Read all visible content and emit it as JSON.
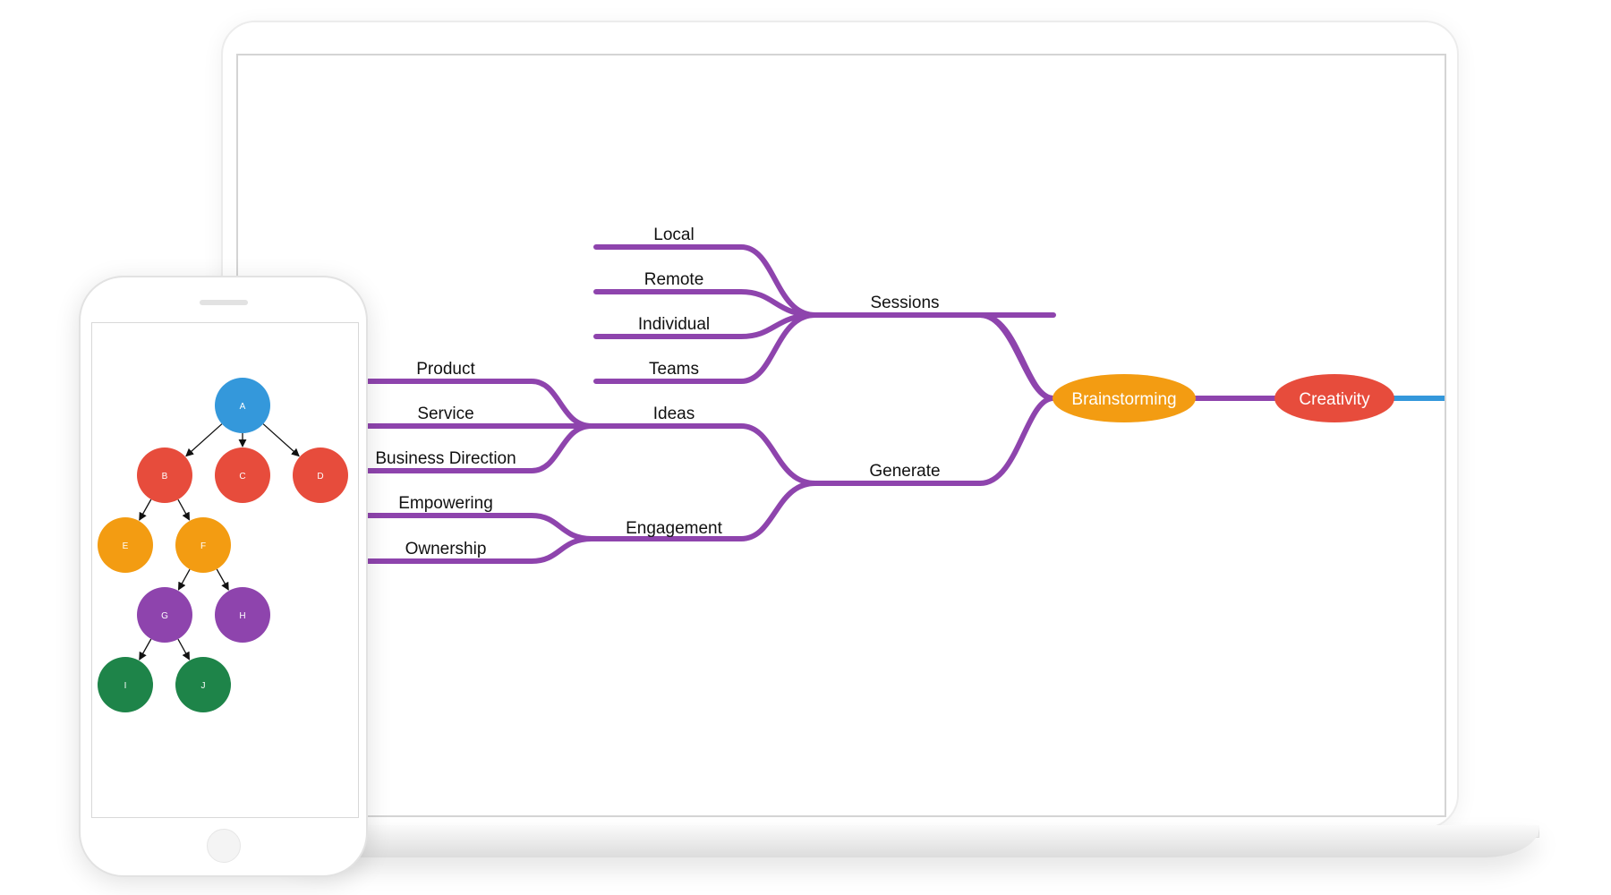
{
  "mindmap": {
    "root": {
      "label": "Creativity",
      "color": "#e74c3c"
    },
    "center": {
      "label": "Brainstorming",
      "color": "#f39c12"
    },
    "branch_color": "#8e44ad",
    "root_tail_color": "#3498db",
    "sessions": {
      "label": "Sessions",
      "children": [
        "Local",
        "Remote",
        "Individual",
        "Teams"
      ]
    },
    "generate": {
      "label": "Generate",
      "ideas": {
        "label": "Ideas",
        "children": [
          "Product",
          "Service",
          "Business Direction"
        ]
      },
      "engagement": {
        "label": "Engagement",
        "children": [
          "Empowering",
          "Ownership"
        ]
      }
    }
  },
  "tree": {
    "nodes": [
      {
        "id": "A",
        "color": "#3498db"
      },
      {
        "id": "B",
        "color": "#e74c3c"
      },
      {
        "id": "C",
        "color": "#e74c3c"
      },
      {
        "id": "D",
        "color": "#e74c3c"
      },
      {
        "id": "E",
        "color": "#f39c12"
      },
      {
        "id": "F",
        "color": "#f39c12"
      },
      {
        "id": "G",
        "color": "#8e44ad"
      },
      {
        "id": "H",
        "color": "#8e44ad"
      },
      {
        "id": "I",
        "color": "#1e8449"
      },
      {
        "id": "J",
        "color": "#1e8449"
      }
    ],
    "edges": [
      [
        "A",
        "B"
      ],
      [
        "A",
        "C"
      ],
      [
        "A",
        "D"
      ],
      [
        "B",
        "E"
      ],
      [
        "B",
        "F"
      ],
      [
        "F",
        "G"
      ],
      [
        "F",
        "H"
      ],
      [
        "G",
        "I"
      ],
      [
        "G",
        "J"
      ]
    ]
  }
}
